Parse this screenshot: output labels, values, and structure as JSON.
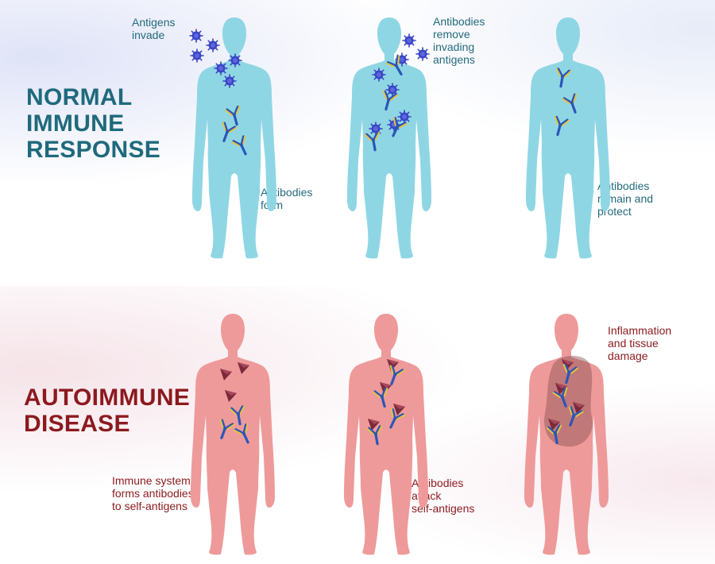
{
  "colors": {
    "body_blue": "#8fd6e4",
    "body_red": "#ee9a9a",
    "heading_blue": "#1f6a7c",
    "heading_red": "#8b1a1f",
    "antigen": "#3b45c4",
    "self_antigen": "#7a2a3a",
    "antibody_blue": "#2a56b8",
    "antibody_yellow": "#e8c240",
    "inflammation": "#8a5050"
  },
  "normal": {
    "heading": "NORMAL\nIMMUNE\nRESPONSE",
    "panels": [
      {
        "captions": [
          "Antigens\ninvade",
          "Antibodies\nform"
        ]
      },
      {
        "captions": [
          "Antibodies\nremove\ninvading\nantigens"
        ]
      },
      {
        "captions": [
          "Antibodies\nremain and\nprotect"
        ]
      }
    ]
  },
  "autoimmune": {
    "heading": "AUTOIMMUNE\nDISEASE",
    "panels": [
      {
        "captions": [
          "Immune system\nforms antibodies\nto self-antigens"
        ]
      },
      {
        "captions": [
          "Antibodies\nattack\nself-antigens"
        ]
      },
      {
        "captions": [
          "Inflammation\nand tissue\ndamage"
        ]
      }
    ]
  }
}
